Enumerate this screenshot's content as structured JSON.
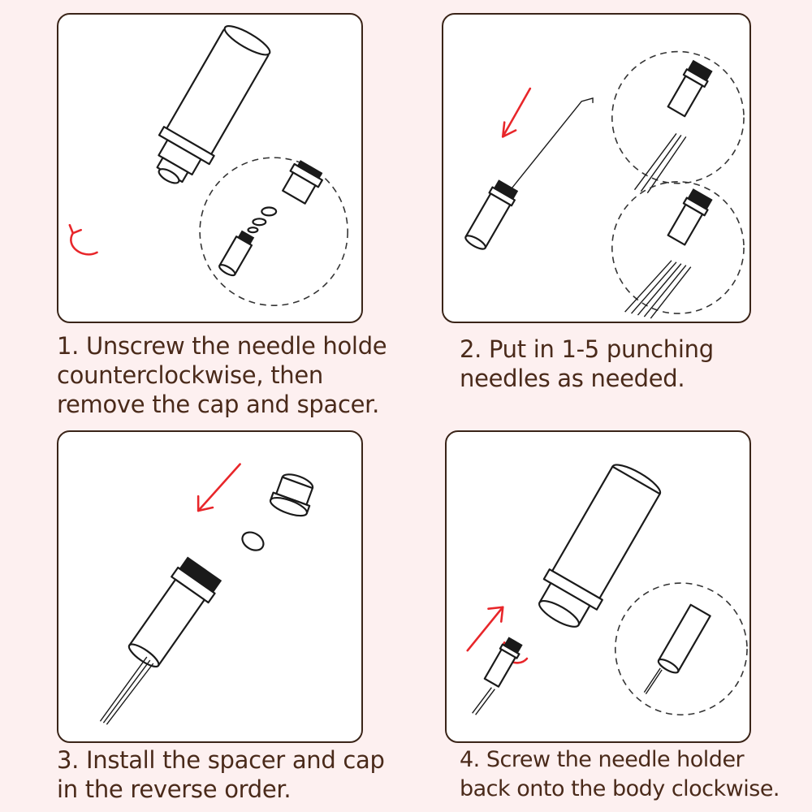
{
  "steps": [
    {
      "lines": [
        "1. Unscrew the needle holde",
        "counterclockwise, then",
        "remove the cap and spacer."
      ]
    },
    {
      "lines": [
        "2. Put in 1-5 punching",
        "needles as needed."
      ]
    },
    {
      "lines": [
        "3. Install the spacer and cap",
        "in the reverse order."
      ]
    },
    {
      "lines": [
        "4. Screw the needle holder",
        "back onto the body clockwise."
      ]
    }
  ],
  "colors": {
    "arrow": "#e8262a",
    "border": "#3a2418",
    "text": "#4a2a1a",
    "background": "#fdf0f0"
  }
}
